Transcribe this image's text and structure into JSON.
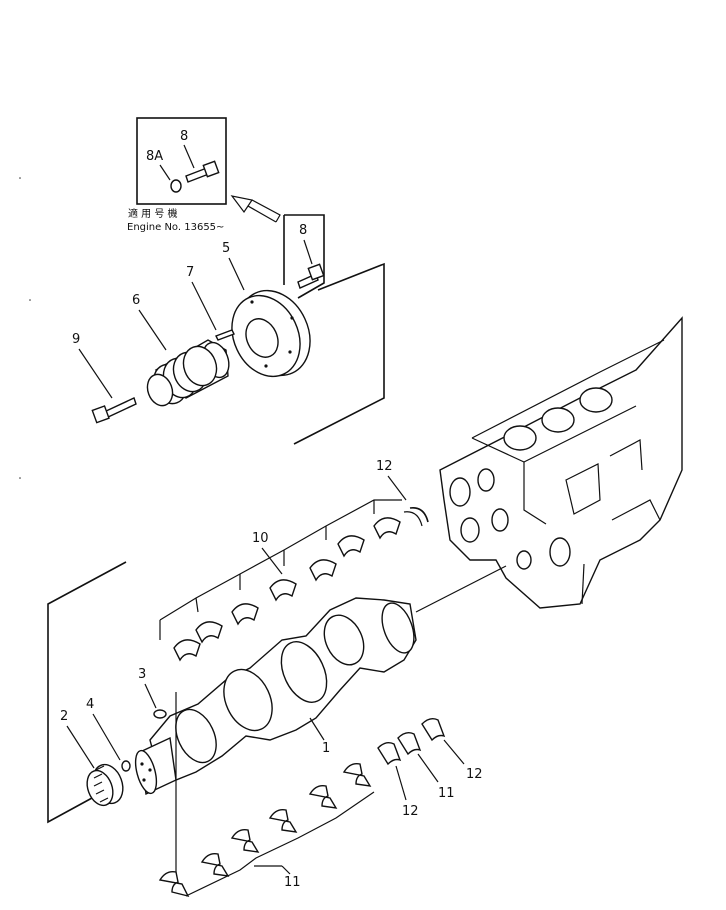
{
  "diagram": {
    "inset": {
      "labels": {
        "bolt": "8",
        "washer": "8A"
      },
      "note_jp": "適 用 号 機",
      "note_en": "Engine No. 13655~"
    },
    "callouts": {
      "crankshaft": "1",
      "gear": "2",
      "pin": "3",
      "key": "4",
      "damper": "5",
      "pulley": "6",
      "dowel": "7",
      "bolt_pulley": "8",
      "bolt_front": "9",
      "upper_bearing": "10",
      "lower_bearing": "11",
      "lower_bearing_b": "11",
      "thrust_washer_top": "12",
      "thrust_washer_a": "12",
      "thrust_washer_b": "12"
    }
  }
}
